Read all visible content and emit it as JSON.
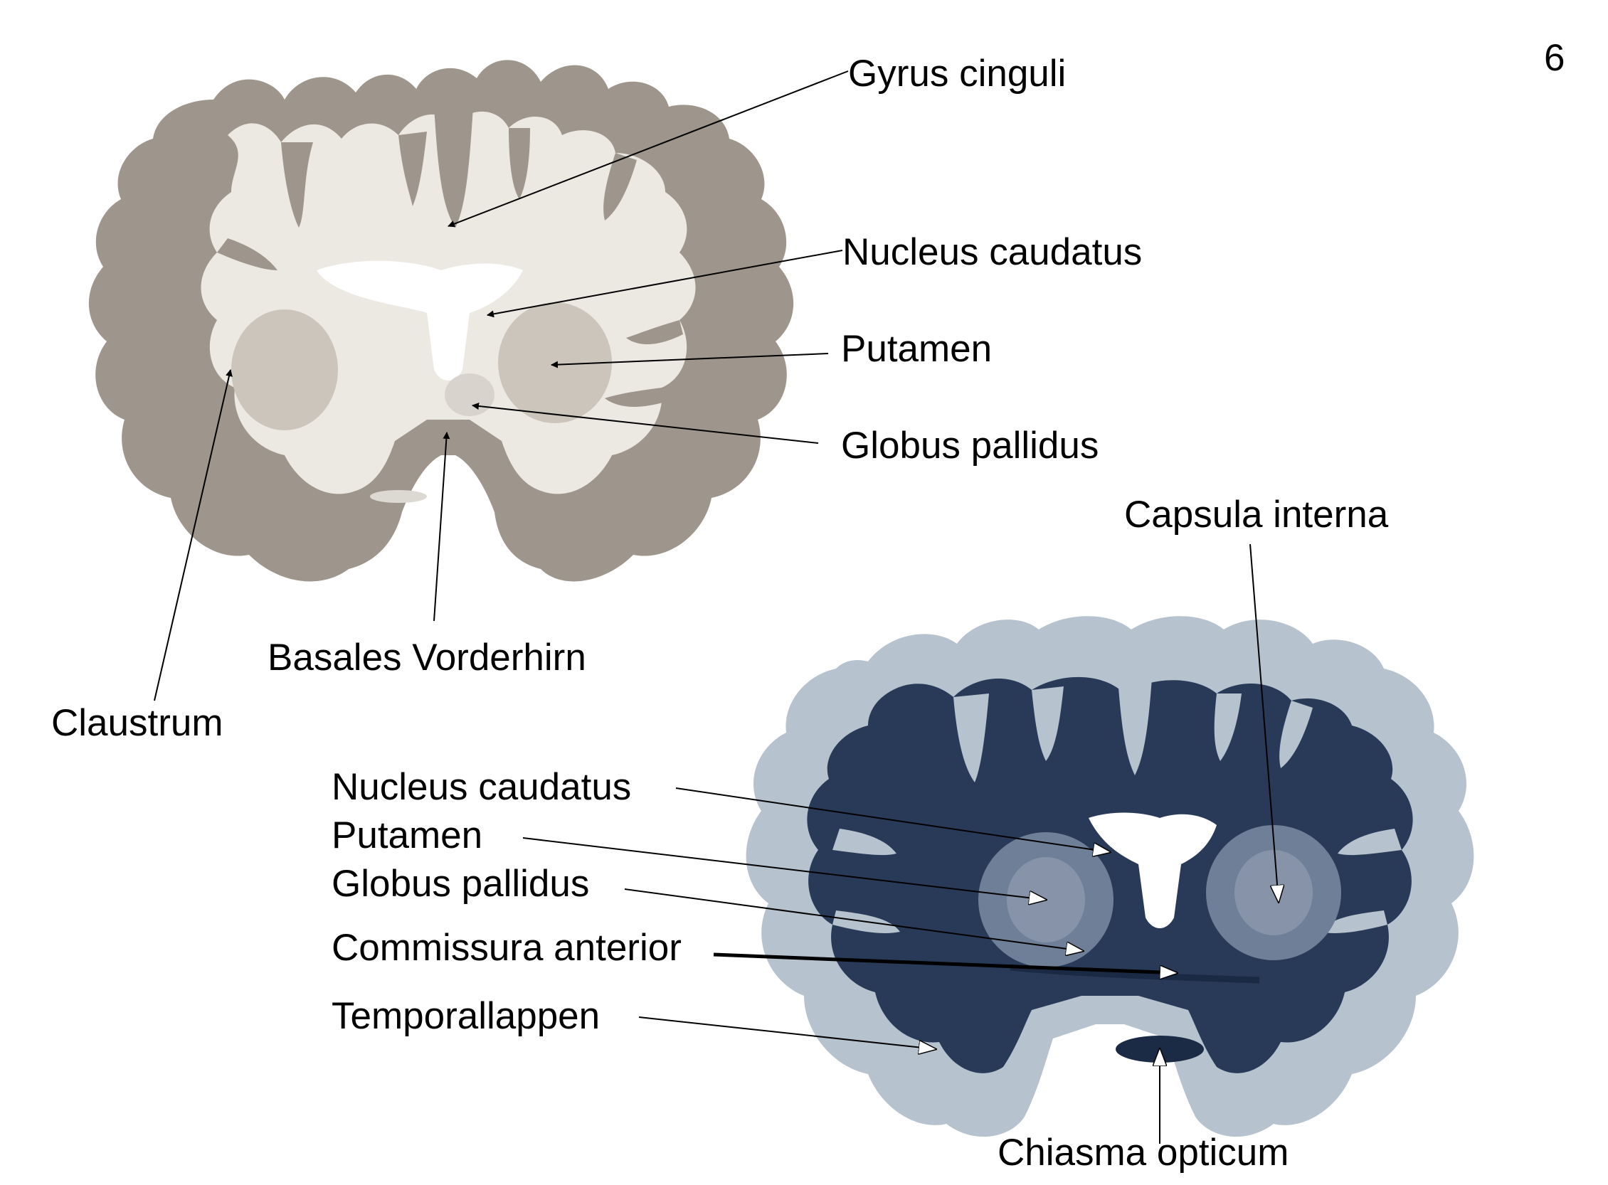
{
  "page_number": "6",
  "top_section": {
    "stain": "unstained",
    "labels": {
      "gyrus_cinguli": "Gyrus cinguli",
      "nucleus_caudatus": "Nucleus caudatus",
      "putamen": "Putamen",
      "globus_pallidus": "Globus pallidus",
      "basales_vorderhirn": "Basales Vorderhirn",
      "claustrum": "Claustrum"
    }
  },
  "bottom_section": {
    "stain": "myelin (blue)",
    "labels": {
      "capsula_interna": "Capsula interna",
      "nucleus_caudatus": "Nucleus caudatus",
      "putamen": "Putamen",
      "globus_pallidus": "Globus pallidus",
      "commissura_anterior": "Commissura anterior",
      "temporallappen": "Temporallappen",
      "chiasma_opticum": "Chiasma opticum"
    }
  },
  "colors": {
    "top_tissue_grey_matter": "#9e968c",
    "top_tissue_white_matter": "#ece9e3",
    "bottom_tissue_white_matter": "#283a58",
    "bottom_tissue_grey_matter": "#b7c2cf",
    "ventricle": "#ffffff",
    "annotation": "#000000"
  }
}
